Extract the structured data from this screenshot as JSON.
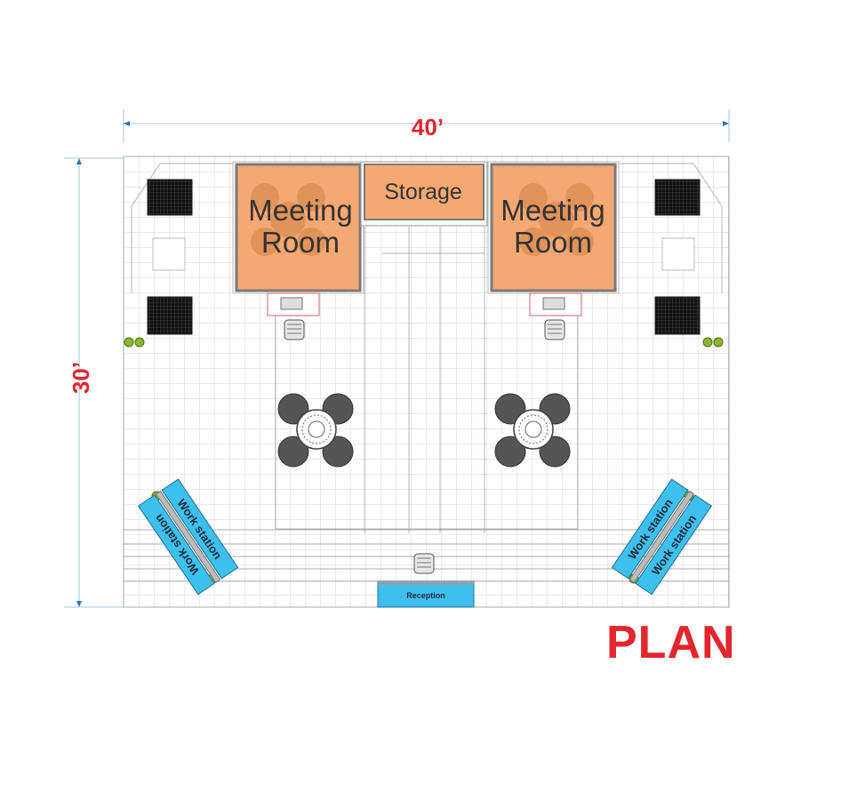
{
  "dimensions": {
    "width_label": "40’",
    "depth_label": "30’"
  },
  "rooms": {
    "meeting_left": {
      "line1": "Meeting",
      "line2": "Room"
    },
    "meeting_right": {
      "line1": "Meeting",
      "line2": "Room"
    },
    "storage": "Storage"
  },
  "workstations": {
    "left_a": "Work station",
    "left_b": "Work station",
    "right_a": "Work station",
    "right_b": "Work station"
  },
  "reception": "Reception",
  "title": "PLAN",
  "colors": {
    "dimension": "#e3262d",
    "room_fill": "#f6a873",
    "workstation_fill": "#3ec0ee",
    "reception_fill": "#3ec0ee",
    "grid": "#c9c9c9",
    "dark_furniture": "#5a5a5a"
  },
  "icons": [
    "display-cabinet-icon",
    "plant-icon",
    "lounge-table-icon",
    "chair-icon",
    "stool-icon",
    "podium-icon"
  ]
}
